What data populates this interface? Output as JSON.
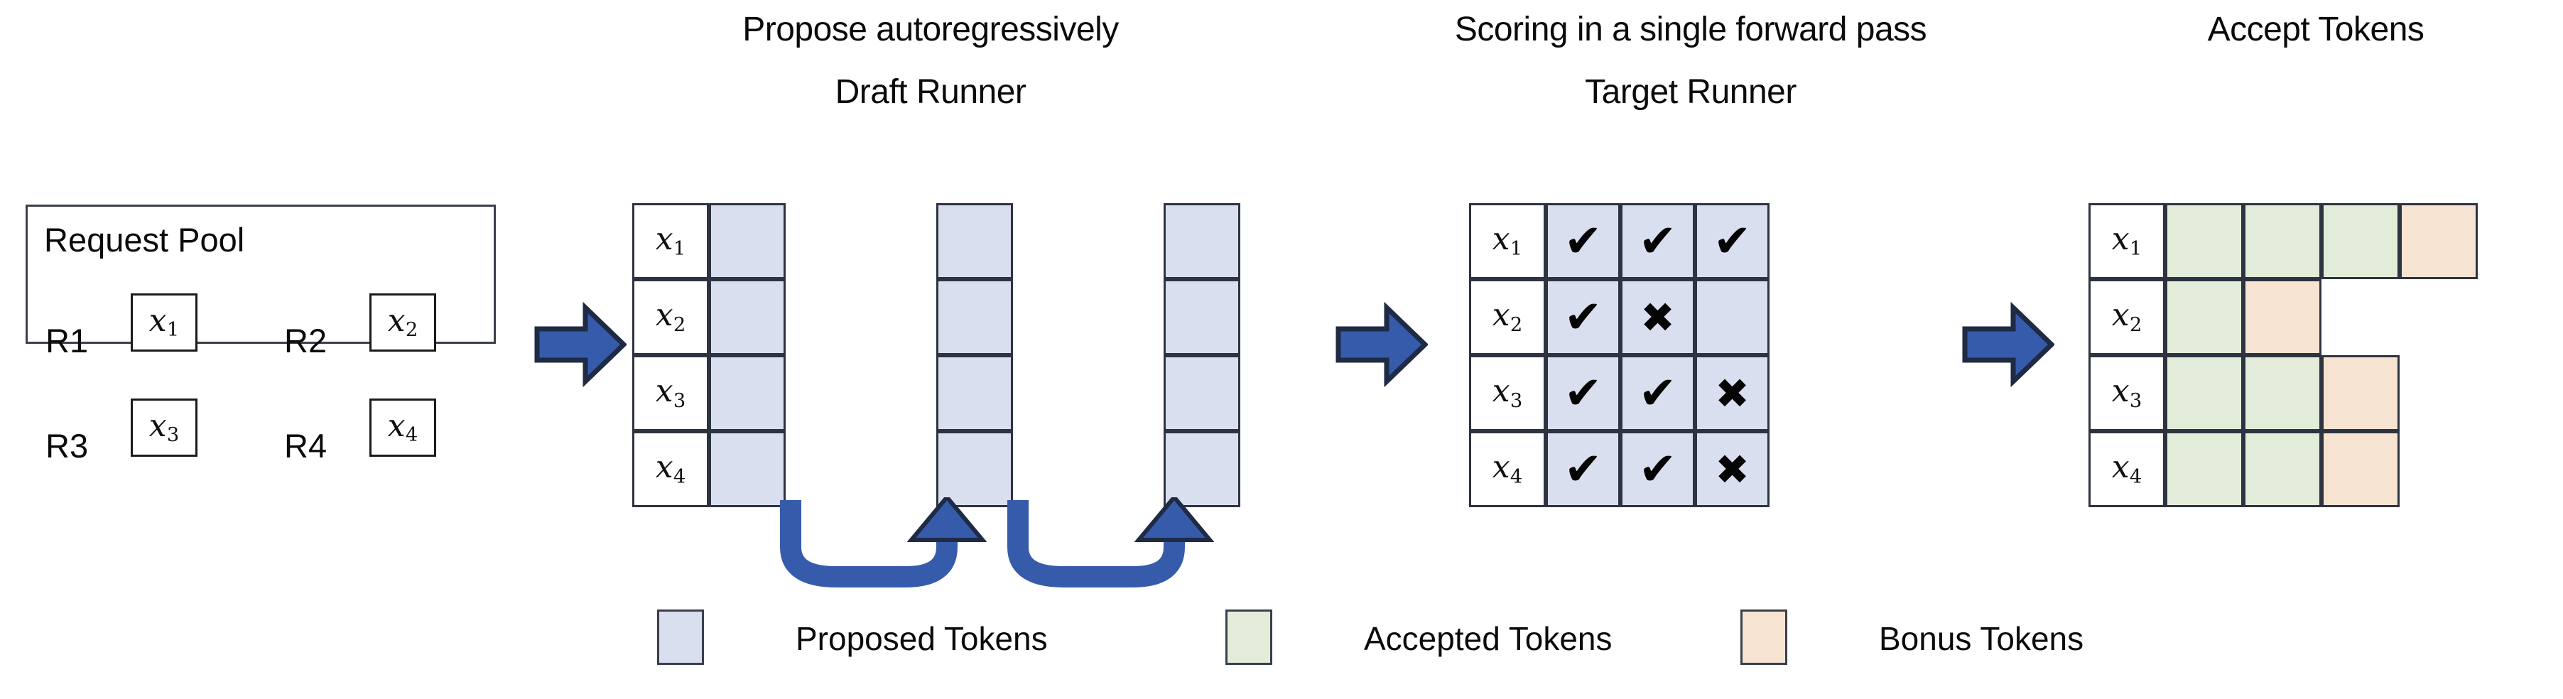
{
  "figure": {
    "headers": {
      "propose": "Propose autoregressively",
      "draft_runner": "Draft Runner",
      "scoring": "Scoring in a single forward pass",
      "target_runner": "Target Runner",
      "accept": "Accept Tokens"
    },
    "colors": {
      "proposed": "#d9dfef",
      "accepted": "#e3ecd9",
      "bonus": "#f6e3d1",
      "arrow_fill": "#365bab",
      "arrow_stroke": "#1f2a44",
      "border": "#2d3340",
      "text": "#0b0b0b"
    }
  },
  "request_pool": {
    "title": "Request Pool",
    "requests": [
      {
        "id": "R1",
        "token": "x",
        "sub": "1"
      },
      {
        "id": "R2",
        "token": "x",
        "sub": "2"
      },
      {
        "id": "R3",
        "token": "x",
        "sub": "3"
      },
      {
        "id": "R4",
        "token": "x",
        "sub": "4"
      }
    ]
  },
  "draft_runner": {
    "row_labels": [
      {
        "token": "x",
        "sub": "1"
      },
      {
        "token": "x",
        "sub": "2"
      },
      {
        "token": "x",
        "sub": "3"
      },
      {
        "token": "x",
        "sub": "4"
      }
    ],
    "steps": 3,
    "cell_type": "proposed"
  },
  "target_runner": {
    "row_labels": [
      {
        "token": "x",
        "sub": "1"
      },
      {
        "token": "x",
        "sub": "2"
      },
      {
        "token": "x",
        "sub": "3"
      },
      {
        "token": "x",
        "sub": "4"
      }
    ],
    "marks": [
      [
        "check",
        "check",
        "check"
      ],
      [
        "check",
        "cross",
        ""
      ],
      [
        "check",
        "check",
        "cross"
      ],
      [
        "check",
        "check",
        "cross"
      ]
    ],
    "glyphs": {
      "check": "✔",
      "cross": "✖"
    }
  },
  "accept_tokens": {
    "row_labels": [
      {
        "token": "x",
        "sub": "1"
      },
      {
        "token": "x",
        "sub": "2"
      },
      {
        "token": "x",
        "sub": "3"
      },
      {
        "token": "x",
        "sub": "4"
      }
    ],
    "rows": [
      [
        "accepted",
        "accepted",
        "accepted",
        "bonus"
      ],
      [
        "accepted",
        "bonus"
      ],
      [
        "accepted",
        "accepted",
        "bonus"
      ],
      [
        "accepted",
        "accepted",
        "bonus"
      ]
    ]
  },
  "legend": [
    {
      "swatch": "proposed",
      "label": "Proposed Tokens"
    },
    {
      "swatch": "accepted",
      "label": "Accepted Tokens"
    },
    {
      "swatch": "bonus",
      "label": "Bonus Tokens"
    }
  ]
}
